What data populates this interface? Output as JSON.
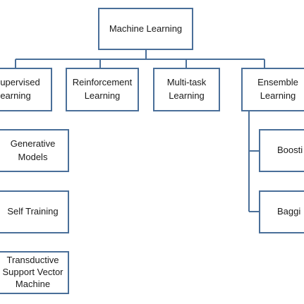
{
  "colors": {
    "edge": "#4a6f99",
    "box_border": "#4a6f99",
    "text": "#1a1a1a",
    "background": "#ffffff"
  },
  "diagram": {
    "type": "tree",
    "root": "Machine Learning",
    "categories": [
      {
        "label": "-Supervised\nearning",
        "children": [
          "Generative\nModels",
          "Self Training",
          "Transductive\nSupport Vector\nMachine"
        ]
      },
      {
        "label": "Reinforcement\nLearning",
        "children": []
      },
      {
        "label": "Multi-task\nLearning",
        "children": []
      },
      {
        "label": "Ensemble\nLearning",
        "children": [
          "Boosti",
          "Baggi"
        ]
      }
    ]
  }
}
